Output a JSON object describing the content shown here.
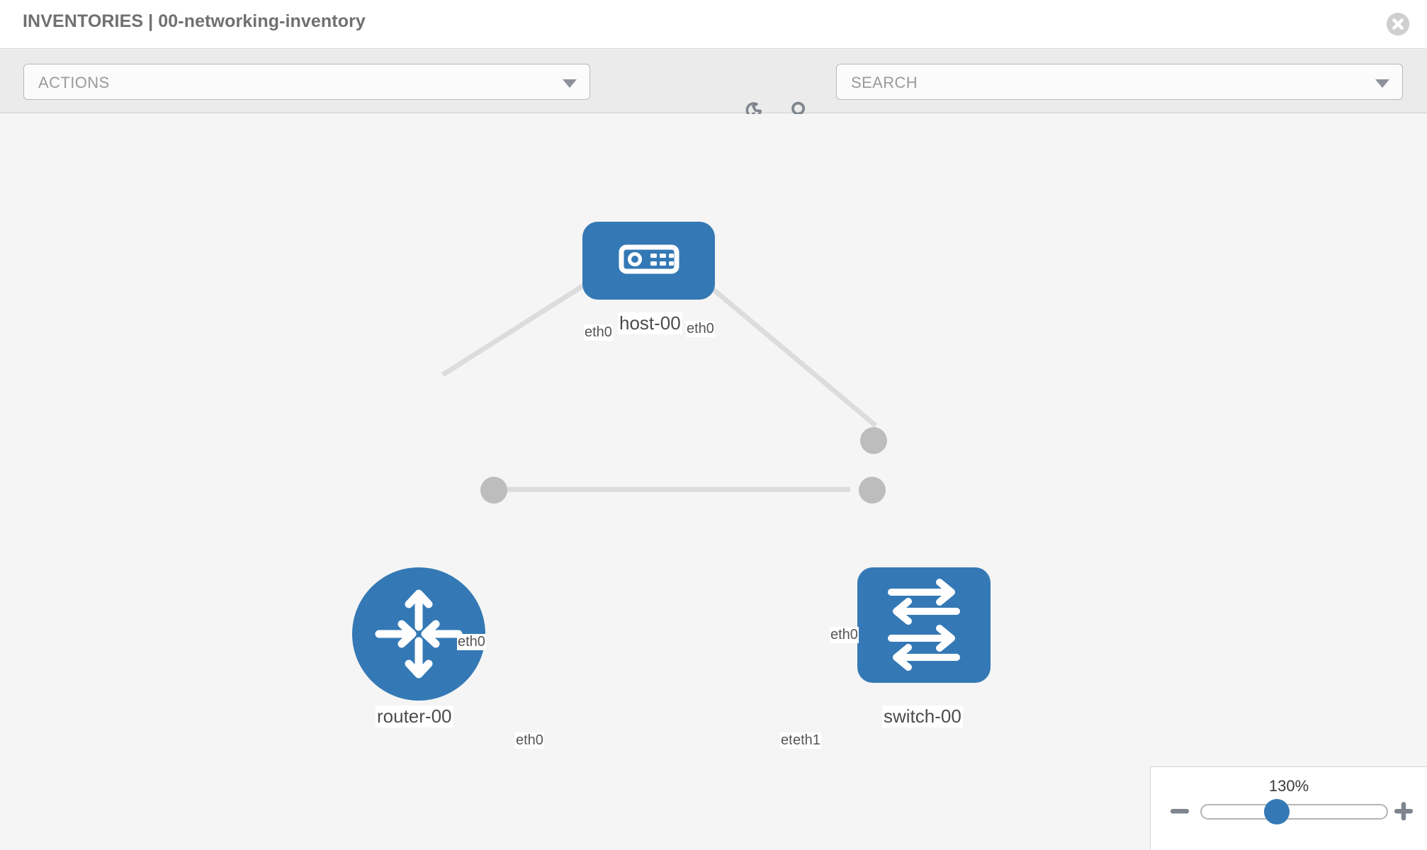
{
  "header": {
    "title": "INVENTORIES | 00-networking-inventory",
    "close_icon": "close-circle-icon"
  },
  "toolbar": {
    "actions_label": "ACTIONS",
    "actions_caret_icon": "chevron-down-icon",
    "wrench_icon": "wrench-icon",
    "key_icon": "key-icon",
    "search_placeholder": "SEARCH",
    "search_caret_icon": "chevron-down-icon"
  },
  "topology": {
    "nodes": [
      {
        "id": "host-00",
        "label": "host-00",
        "type": "host",
        "icon": "server-icon"
      },
      {
        "id": "router-00",
        "label": "router-00",
        "type": "router",
        "icon": "router-arrows-icon"
      },
      {
        "id": "switch-00",
        "label": "switch-00",
        "type": "switch",
        "icon": "switch-arrows-icon"
      }
    ],
    "link_labels": {
      "host_left": "eth0",
      "host_right": "eth0",
      "router_upper": "eth0",
      "switch_upper": "eth0",
      "router_right": "eth0",
      "switch_left_under": "eth0",
      "switch_left": "eth1"
    },
    "colors": {
      "node_blue": "#3479b5",
      "connector_grey": "#bdbdbd",
      "link_grey": "#dcdcdc",
      "canvas_bg": "#f5f5f5"
    }
  },
  "zoom_control": {
    "value": "130%",
    "minus_icon": "minus-icon",
    "plus_icon": "plus-icon",
    "slider_name": "zoom-slider"
  }
}
